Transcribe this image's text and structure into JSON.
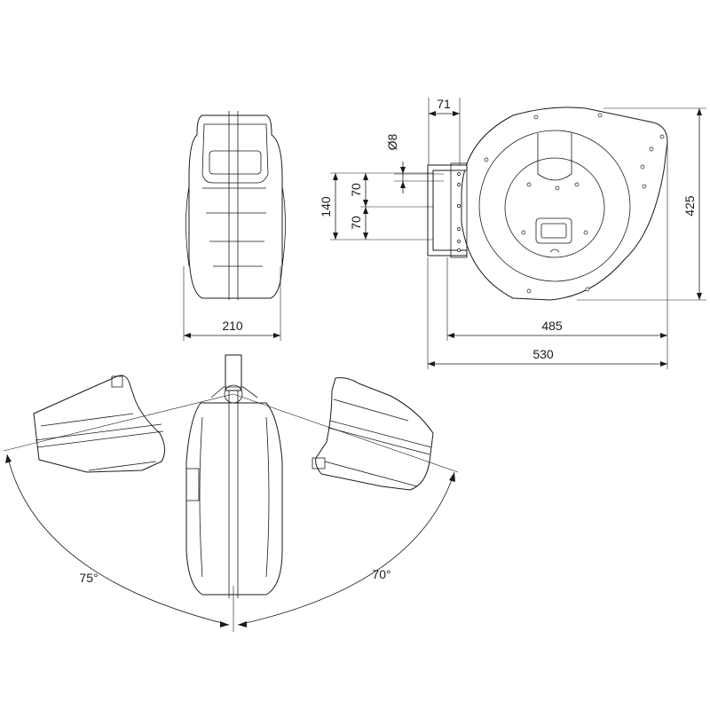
{
  "dimensions": {
    "d71": "71",
    "d8": "Ø8",
    "d140": "140",
    "d70_top": "70",
    "d70_bottom": "70",
    "d425": "425",
    "d210": "210",
    "d485": "485",
    "d530": "530"
  },
  "angles": {
    "left": "75°",
    "right": "70°"
  },
  "colors": {
    "line": "#1a1a1a",
    "background": "#ffffff"
  }
}
